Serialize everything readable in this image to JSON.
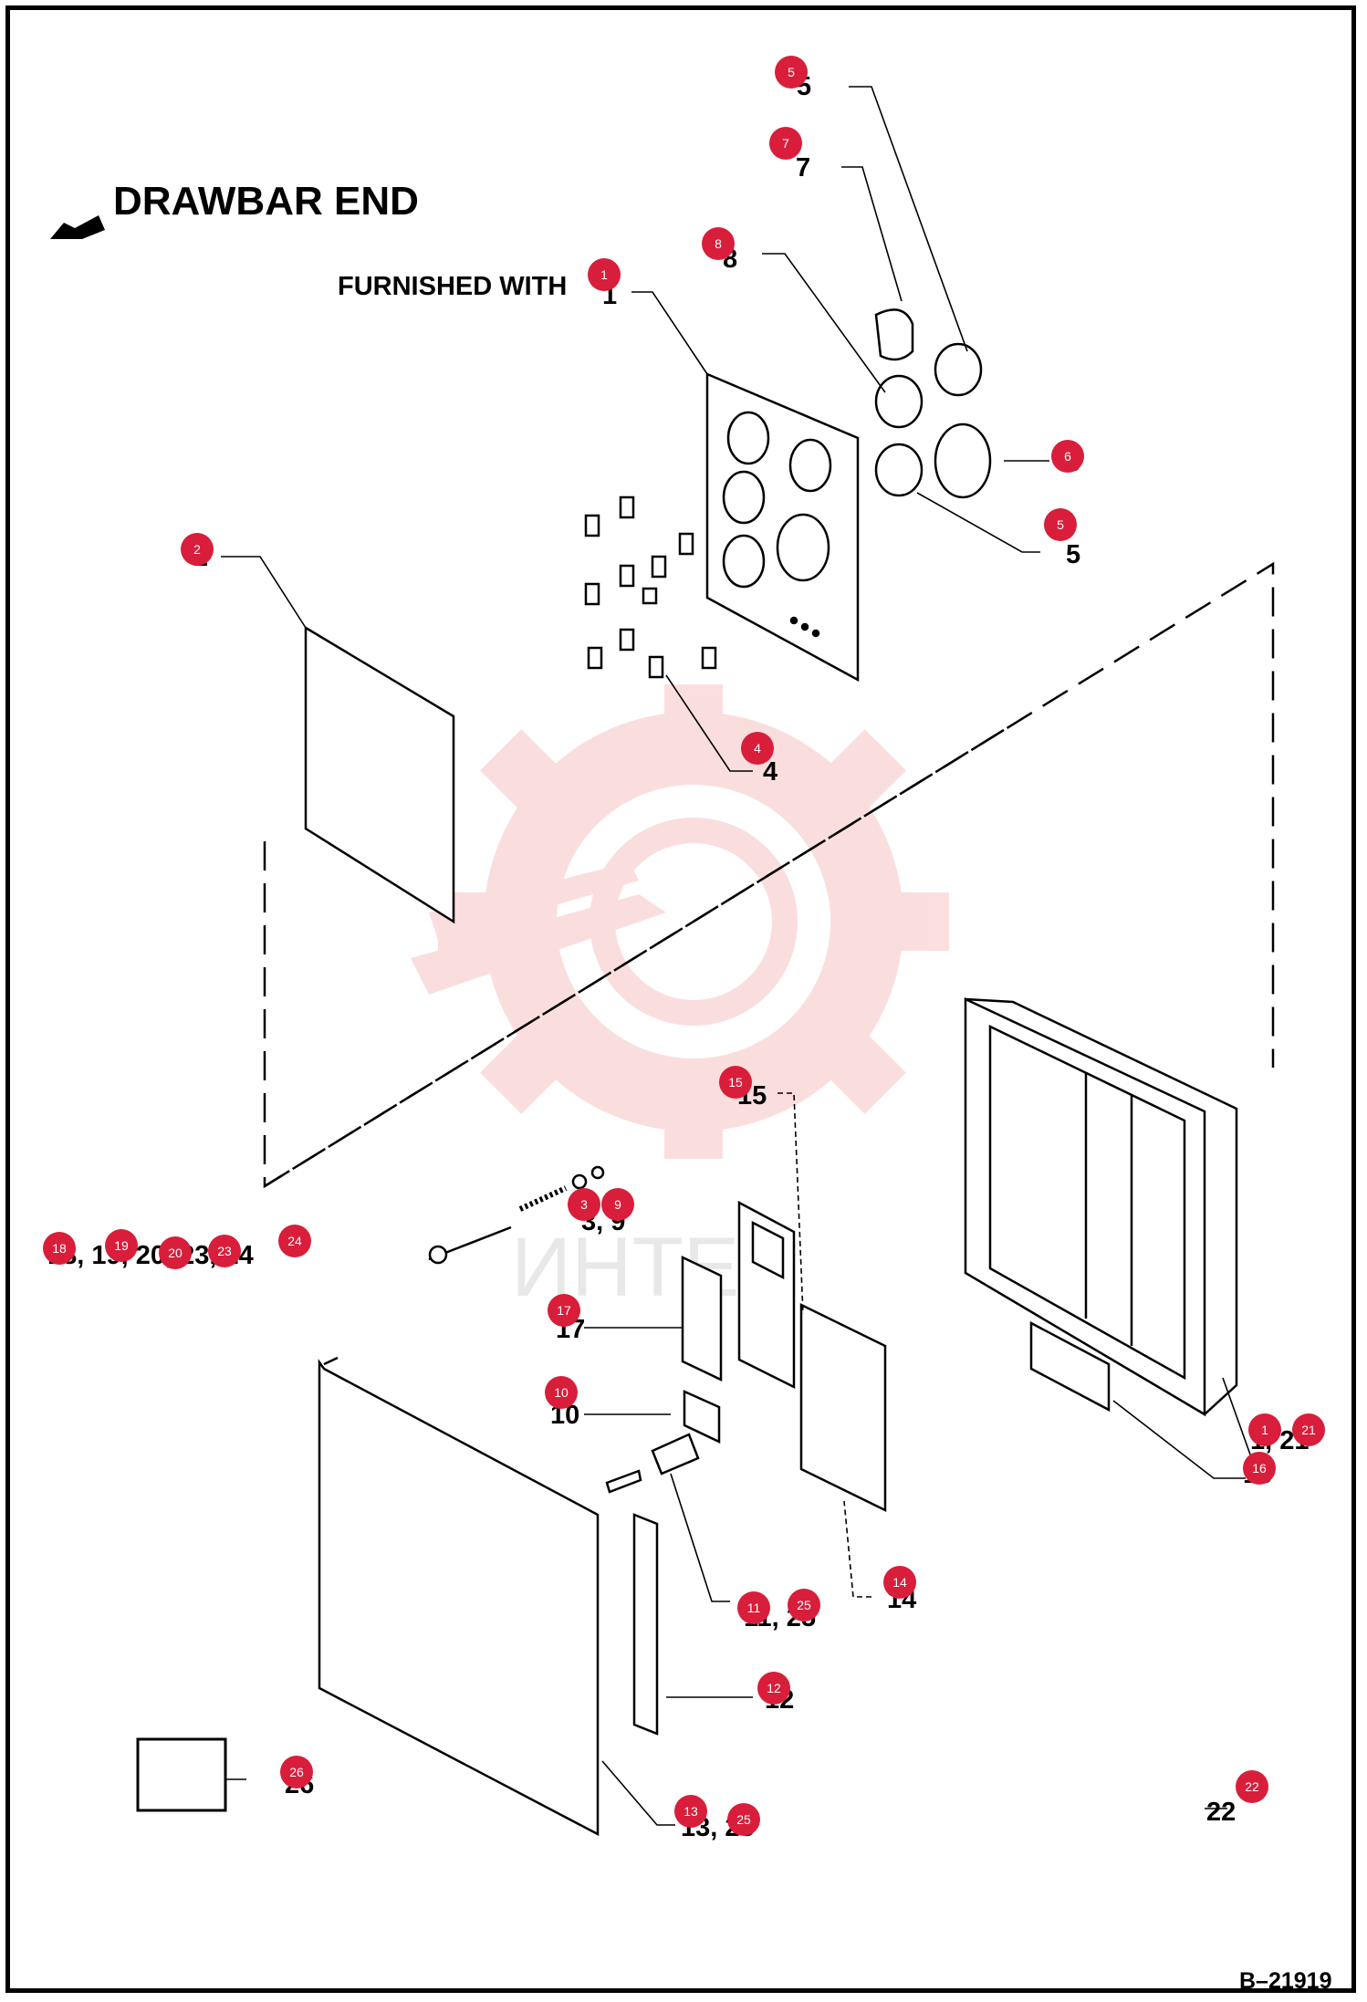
{
  "header": {
    "title": "DRAWBAR END",
    "furnished_note": "FURNISHED WITH"
  },
  "footer": {
    "diagram_id": "B–21919"
  },
  "watermark": {
    "text": "ИНТЕХ",
    "color": "#f5b5b5"
  },
  "colors": {
    "callout": "#d81e3a",
    "line": "#000000"
  },
  "part_labels": [
    {
      "id": "p5a",
      "text": "5"
    },
    {
      "id": "p7",
      "text": "7"
    },
    {
      "id": "p8",
      "text": "8"
    },
    {
      "id": "p1a",
      "text": "1"
    },
    {
      "id": "p6",
      "text": "6"
    },
    {
      "id": "p5b",
      "text": "5"
    },
    {
      "id": "p2",
      "text": "2"
    },
    {
      "id": "p4",
      "text": "4"
    },
    {
      "id": "p15",
      "text": "15"
    },
    {
      "id": "p39",
      "text": "3, 9"
    },
    {
      "id": "pgroup",
      "text": "18, 19, 20, 23, 24"
    },
    {
      "id": "p17",
      "text": "17"
    },
    {
      "id": "p10",
      "text": "10"
    },
    {
      "id": "p121",
      "text": "1, 21"
    },
    {
      "id": "p16",
      "text": "16"
    },
    {
      "id": "p14",
      "text": "14"
    },
    {
      "id": "p1125",
      "text": "11, 25"
    },
    {
      "id": "p12",
      "text": "12"
    },
    {
      "id": "p26",
      "text": "26"
    },
    {
      "id": "p1325",
      "text": "13, 25"
    },
    {
      "id": "p22",
      "text": "22"
    }
  ],
  "callouts": [
    {
      "n": "5"
    },
    {
      "n": "7"
    },
    {
      "n": "8"
    },
    {
      "n": "1"
    },
    {
      "n": "6"
    },
    {
      "n": "5"
    },
    {
      "n": "2"
    },
    {
      "n": "4"
    },
    {
      "n": "15"
    },
    {
      "n": "3"
    },
    {
      "n": "9"
    },
    {
      "n": "18"
    },
    {
      "n": "19"
    },
    {
      "n": "20"
    },
    {
      "n": "23"
    },
    {
      "n": "24"
    },
    {
      "n": "17"
    },
    {
      "n": "10"
    },
    {
      "n": "1"
    },
    {
      "n": "21"
    },
    {
      "n": "16"
    },
    {
      "n": "14"
    },
    {
      "n": "11"
    },
    {
      "n": "25"
    },
    {
      "n": "12"
    },
    {
      "n": "26"
    },
    {
      "n": "22"
    },
    {
      "n": "13"
    },
    {
      "n": "25"
    }
  ]
}
